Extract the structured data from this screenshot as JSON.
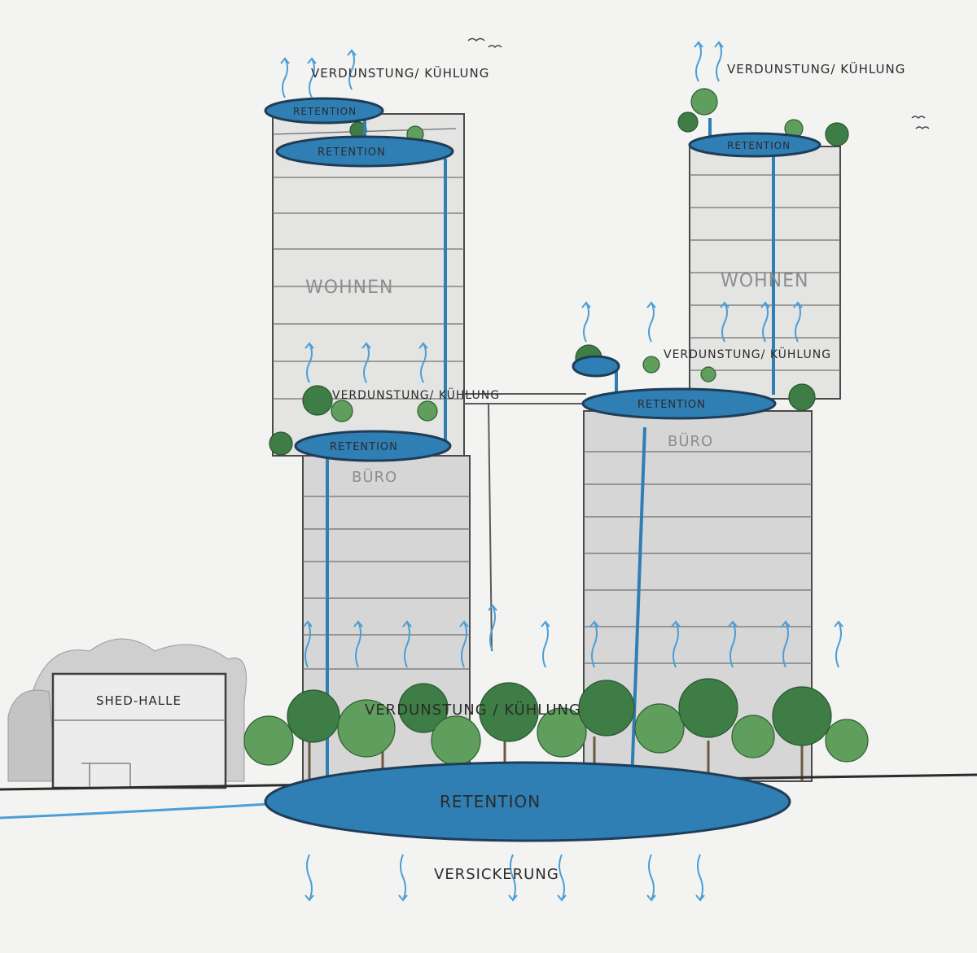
{
  "labels": {
    "evaporation_left_tower": "VERDUNSTUNG/ KÜHLUNG",
    "evaporation_right_tower": "VERDUNSTUNG/ KÜHLUNG",
    "evaporation_left_podium": "VERDUNSTUNG/ KÜHLUNG",
    "evaporation_right_podium": "VERDUNSTUNG/ KÜHLUNG",
    "evaporation_ground": "VERDUNSTUNG / KÜHLUNG",
    "retention_left_top_1": "RETENTION",
    "retention_left_top_2": "RETENTION",
    "retention_right_top": "RETENTION",
    "retention_left_podium": "RETENTION",
    "retention_right_podium": "RETENTION",
    "retention_ground": "RETENTION",
    "wohnen_left": "WOHNEN",
    "wohnen_right": "WOHNEN",
    "buero_left": "BÜRO",
    "buero_right": "BÜRO",
    "shed_halle": "SHED-HALLE",
    "versickerung": "VERSICKERUNG"
  },
  "colors": {
    "water": "#2f7fb5",
    "water_outline": "#1f3d57",
    "greenery": "#5f9e5c",
    "building_fill": "#d6d6d6",
    "pencil": "#4a4a4a",
    "paper": "#f3f3f2"
  }
}
